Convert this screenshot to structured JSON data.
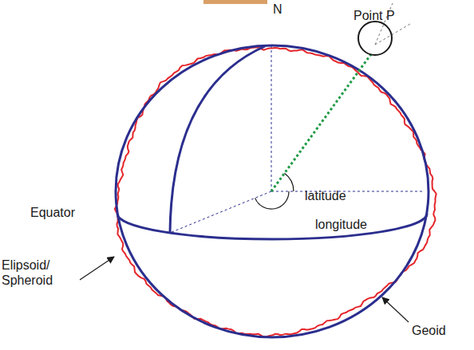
{
  "diagram": {
    "labels": [
      "N",
      "Point P",
      "latitude",
      "Equator",
      "longitude",
      "Elipsoid/ Spheroid",
      "Geoid"
    ]
  }
}
